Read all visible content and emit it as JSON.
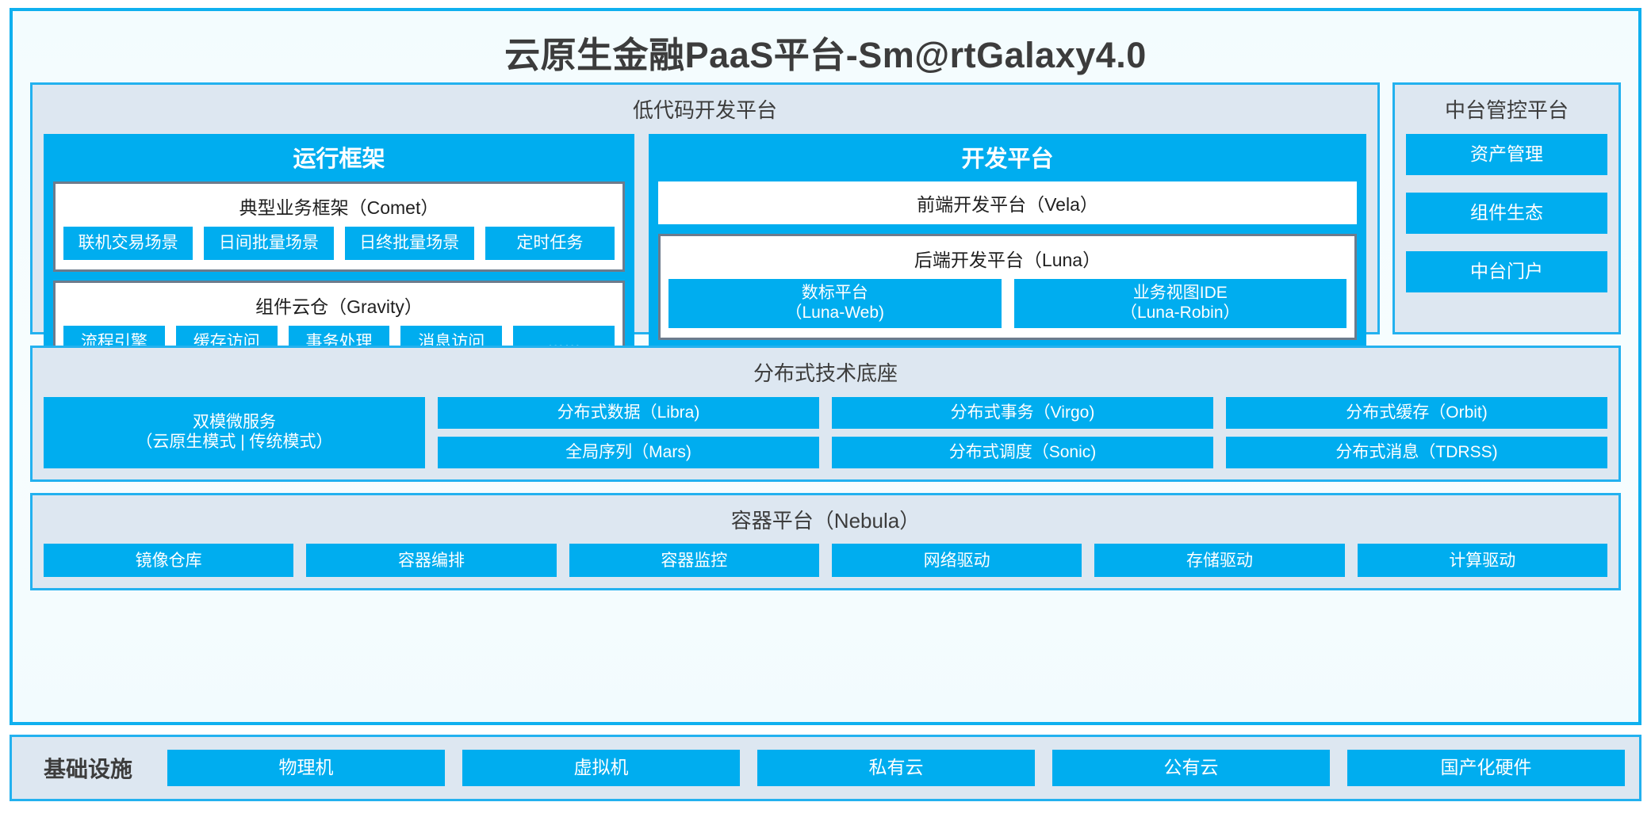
{
  "colors": {
    "accent": "#00adef",
    "border": "#23b1ef",
    "panel_bg": "#dde7f1",
    "frame_bg": "#f5fcfe",
    "white_box_border": "#6d7b8c",
    "text_dark": "#3c3c3c"
  },
  "header": {
    "title": "云原生金融PaaS平台-Sm@rtGalaxy4.0"
  },
  "lowcode": {
    "title": "低代码开发平台",
    "runtime": {
      "title": "运行框架",
      "comet": {
        "title": "典型业务框架（Comet）",
        "items": [
          {
            "label": "联机交易场景"
          },
          {
            "label": "日间批量场景"
          },
          {
            "label": "日终批量场景"
          },
          {
            "label": "定时任务"
          }
        ]
      },
      "gravity": {
        "title": "组件云仓（Gravity）",
        "items": [
          {
            "label": "流程引擎"
          },
          {
            "label": "缓存访问"
          },
          {
            "label": "事务处理"
          },
          {
            "label": "消息访问"
          },
          {
            "label": "……"
          }
        ]
      }
    },
    "devplatform": {
      "title": "开发平台",
      "frontend": "前端开发平台（Vela）",
      "backend": {
        "title": "后端开发平台（Luna）",
        "items": [
          {
            "line1": "数标平台",
            "line2": "（Luna-Web)"
          },
          {
            "line1": "业务视图IDE",
            "line2": "（Luna-Robin）"
          }
        ]
      }
    }
  },
  "midplatform": {
    "title": "中台管控平台",
    "items": [
      {
        "label": "资产管理"
      },
      {
        "label": "组件生态"
      },
      {
        "label": "中台门户"
      }
    ]
  },
  "distributed": {
    "title": "分布式技术底座",
    "columns": [
      {
        "wide": true,
        "items": [
          {
            "line1": "双模微服务",
            "line2": "（云原生模式 | 传统模式）"
          }
        ]
      },
      {
        "wide": false,
        "items": [
          {
            "label": "分布式数据（Libra)"
          },
          {
            "label": "全局序列（Mars)"
          }
        ]
      },
      {
        "wide": false,
        "items": [
          {
            "label": "分布式事务（Virgo)"
          },
          {
            "label": "分布式调度（Sonic)"
          }
        ]
      },
      {
        "wide": false,
        "items": [
          {
            "label": "分布式缓存（Orbit)"
          },
          {
            "label": "分布式消息（TDRSS)"
          }
        ]
      }
    ]
  },
  "container": {
    "title": "容器平台（Nebula）",
    "items": [
      {
        "label": "镜像仓库"
      },
      {
        "label": "容器编排"
      },
      {
        "label": "容器监控"
      },
      {
        "label": "网络驱动"
      },
      {
        "label": "存储驱动"
      },
      {
        "label": "计算驱动"
      }
    ]
  },
  "infrastructure": {
    "label": "基础设施",
    "items": [
      {
        "label": "物理机"
      },
      {
        "label": "虚拟机"
      },
      {
        "label": "私有云"
      },
      {
        "label": "公有云"
      },
      {
        "label": "国产化硬件"
      }
    ]
  }
}
